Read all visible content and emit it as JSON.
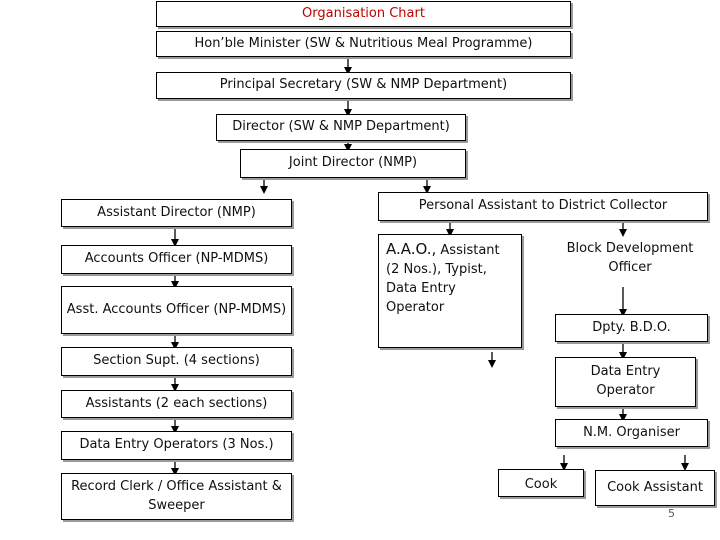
{
  "title": "Organisation Chart",
  "nodes": {
    "minister": "Hon’ble Minister (SW & Nutritious Meal Programme)",
    "principal_secretary": "Principal Secretary (SW & NMP Department)",
    "director": "Director (SW & NMP Department)",
    "joint_director": "Joint Director (NMP)",
    "assistant_director": "Assistant  Director (NMP)",
    "accounts_officer": "Accounts Officer (NP-MDMS)",
    "asst_accounts_officer": "Asst. Accounts Officer (NP-MDMS)",
    "section_supt": "Section Supt. (4 sections)",
    "assistants": "Assistants (2 each sections)",
    "data_entry_operators": "Data Entry Operators (3 Nos.)",
    "record_clerk": "Record Clerk / Office Assistant & Sweeper",
    "personal_assistant": "Personal Assistant to District Collector",
    "aao_head": "A.A.O.,",
    "aao_rest": " Assistant (2 Nos.), Typist, Data Entry Operator",
    "bdo": "Block Development Officer",
    "dpty_bdo": "Dpty. B.D.O.",
    "data_entry_operator": "Data Entry Operator",
    "nm_organiser": "N.M. Organiser",
    "cook": "Cook",
    "cook_assistant": "Cook Assistant"
  },
  "page_number": "5",
  "colors": {
    "title_text": "#c00000",
    "border": "#000000",
    "shadow": "#9a9a9a"
  }
}
